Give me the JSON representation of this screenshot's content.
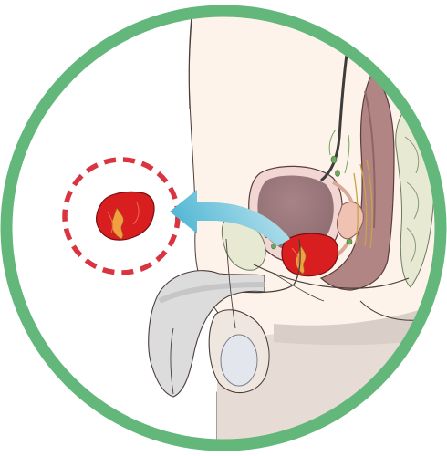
{
  "illustration": {
    "subject": "prostate-anatomy",
    "highlight": "enlarged-prostate-gland",
    "colors": {
      "frame_ring": "#63b77a",
      "zoom_circle_dash": "#d9343f",
      "prostate_red": "#d81e1e",
      "prostate_core": "#f0a040",
      "bladder": "#a98a8c",
      "bladder_wall": "#f2d6d3",
      "skin": "#fdf3ea",
      "body_shadow": "#e9ddd4",
      "rectum": "#b18584",
      "pelvic_bone": "#e7e9d3",
      "arrow_start": "#bfe4ef",
      "arrow_end": "#4fb6d4",
      "leg_gray": "#d8d8d8",
      "testis": "#e3e6ed"
    },
    "icons": {
      "arrow": "zoom-arrow-icon",
      "magnifier": "dashed-zoom-circle"
    }
  }
}
